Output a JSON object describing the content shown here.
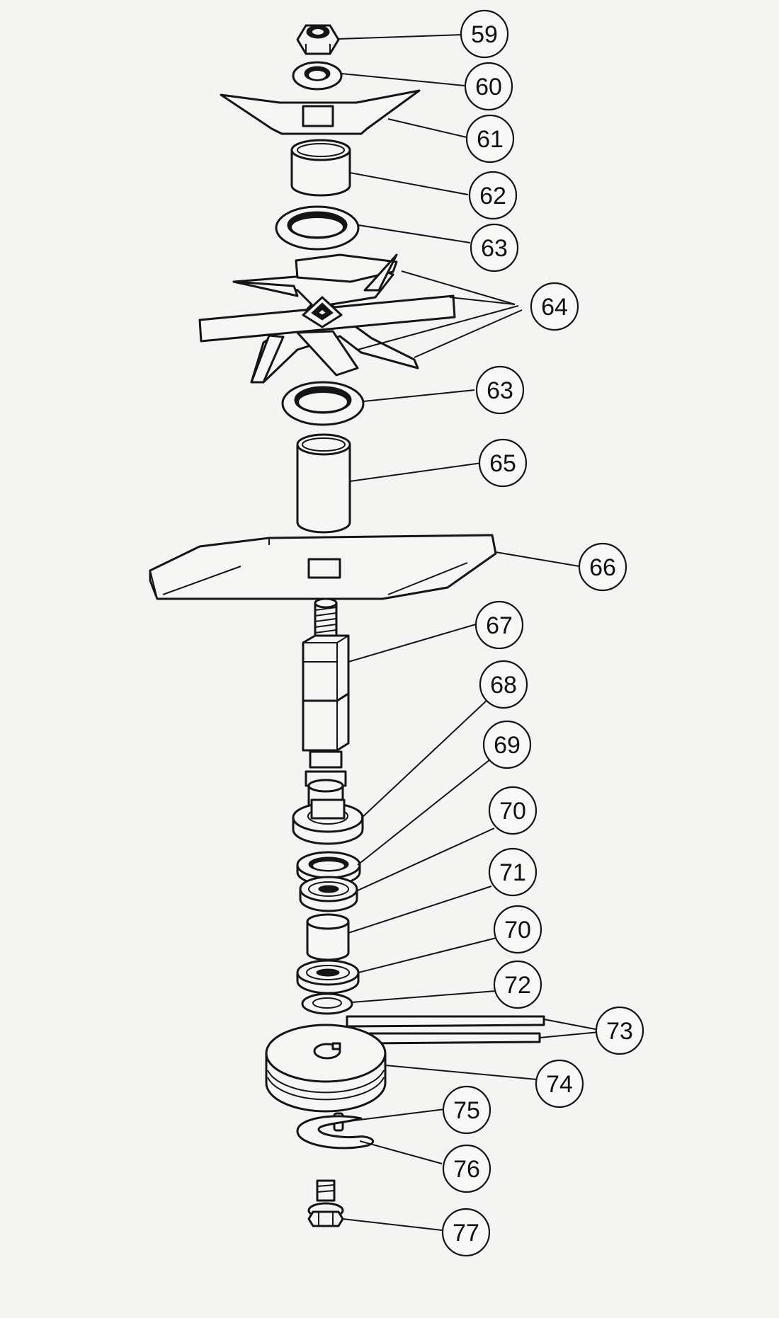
{
  "callouts": [
    {
      "id": "c59",
      "text": "59"
    },
    {
      "id": "c60",
      "text": "60"
    },
    {
      "id": "c61",
      "text": "61"
    },
    {
      "id": "c62",
      "text": "62"
    },
    {
      "id": "c63a",
      "text": "63"
    },
    {
      "id": "c64",
      "text": "64"
    },
    {
      "id": "c63b",
      "text": "63"
    },
    {
      "id": "c65",
      "text": "65"
    },
    {
      "id": "c66",
      "text": "66"
    },
    {
      "id": "c67",
      "text": "67"
    },
    {
      "id": "c68",
      "text": "68"
    },
    {
      "id": "c69",
      "text": "69"
    },
    {
      "id": "c70a",
      "text": "70"
    },
    {
      "id": "c71",
      "text": "71"
    },
    {
      "id": "c70b",
      "text": "70"
    },
    {
      "id": "c72",
      "text": "72"
    },
    {
      "id": "c73",
      "text": "73"
    },
    {
      "id": "c74",
      "text": "74"
    },
    {
      "id": "c75",
      "text": "75"
    },
    {
      "id": "c76",
      "text": "76"
    },
    {
      "id": "c77",
      "text": "77"
    }
  ],
  "colors": {
    "ink": "#151515",
    "paper": "#f4f4f2"
  }
}
